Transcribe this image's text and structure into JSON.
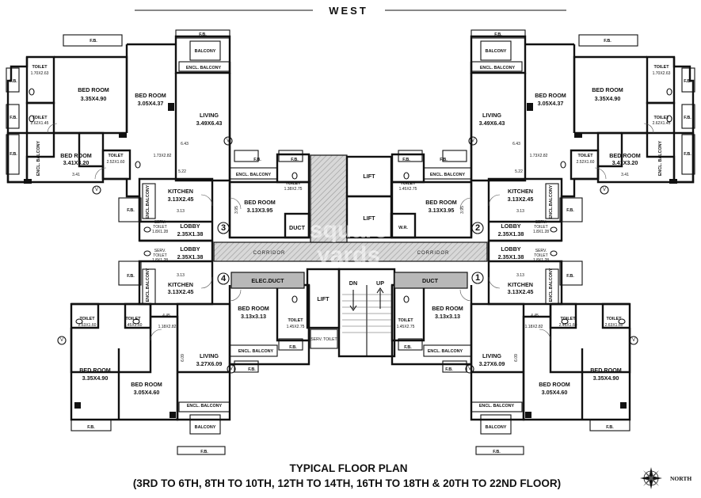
{
  "orientation": {
    "top": "WEST",
    "compass": "NORTH"
  },
  "title": {
    "line1": "TYPICAL FLOOR PLAN",
    "line2": "(3RD TO 6TH, 8TH TO 10TH, 12TH TO 14TH, 16TH TO 18TH & 20TH TO 22ND FLOOR)"
  },
  "watermark": {
    "line1": "square",
    "line2": "yards"
  },
  "core": {
    "lift": "LIFT",
    "duct": "DUCT",
    "elec_duct": "ELEC.DUCT",
    "corridor": "CORRIDOR",
    "dn": "DN",
    "up": "UP",
    "wr": "W.R.",
    "serv_toilet": "SERV. TOILET"
  },
  "flat_numbers": [
    "1",
    "2",
    "3",
    "4"
  ],
  "labels": {
    "fb": "F.B.",
    "balcony": "BALCONY",
    "encl_balcony": "ENCL. BALCONY",
    "encl_balcony2": "ENCL.BALCONY",
    "toilet": "TOILET",
    "bed_room": "BED ROOM",
    "living": "LIVING",
    "kitchen": "KITCHEN",
    "lobby": "LOBBY",
    "serv": "SERV.",
    "toilet_l": "TOILET",
    "v": "V"
  },
  "dims": {
    "t170": "1.70X2.63",
    "t262": "2.62X1.45",
    "t252": "2.52X1.60",
    "bed335490": "3.35X4.90",
    "bed305437": "3.05X4.37",
    "bed341320": "3.41X3.20",
    "liv349643": "3.49X6.43",
    "d643": "6.43",
    "d173": "1.73X2.82",
    "d522": "5.22",
    "d341": "3.41",
    "kit313245": "3.13X2.45",
    "d313": "3.13",
    "lob235138": "2.35X1.38",
    "serv181": "1.8X1.28",
    "bed313395": "3.13X3.95",
    "d395": "3.95",
    "t138": "1.38X2.75",
    "t145275": "1.45X2.75",
    "bed313313": "3.13x3.13",
    "t263160": "2.63X1.60",
    "t245160": "2.45X1.60",
    "d445": "4.45",
    "d118": "1.18X2.82",
    "liv327609": "3.27X6.09",
    "d609": "6.09",
    "bed335490b": "3.35X4.90",
    "bed305460": "3.05X4.60"
  }
}
